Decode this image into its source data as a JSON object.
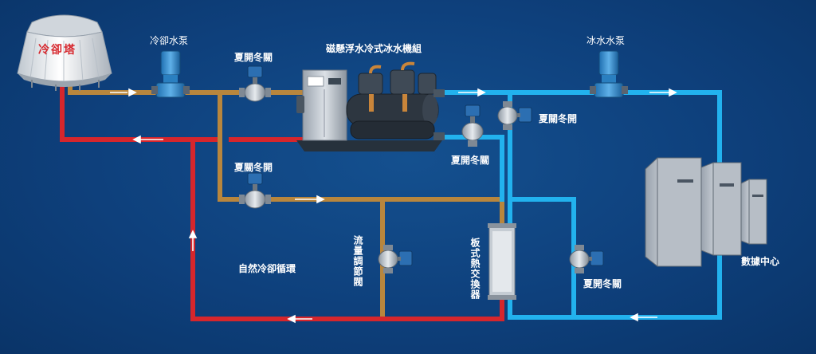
{
  "labels": {
    "tower": "冷卻塔",
    "cooling_pump": "冷卻水泵",
    "valve_top_left": "夏開冬關",
    "chiller": "磁懸浮水冷式冰水機組",
    "chilled_pump": "冰水水泵",
    "valve_top_right": "夏關冬開",
    "valve_under_chiller": "夏開冬關",
    "valve_mid_left": "夏關冬開",
    "flow_valve": "流量調節閥",
    "heat_exchanger": "板式熱交換器",
    "valve_bottom_right": "夏開冬關",
    "free_cooling": "自然冷卻循環",
    "datacenter": "數據中心"
  },
  "colors": {
    "background": "#0e407c",
    "condenser_supply": "#b8863d",
    "condenser_return": "#d6262c",
    "chilled_water": "#22b2ee",
    "arrow": "#ffffff"
  }
}
